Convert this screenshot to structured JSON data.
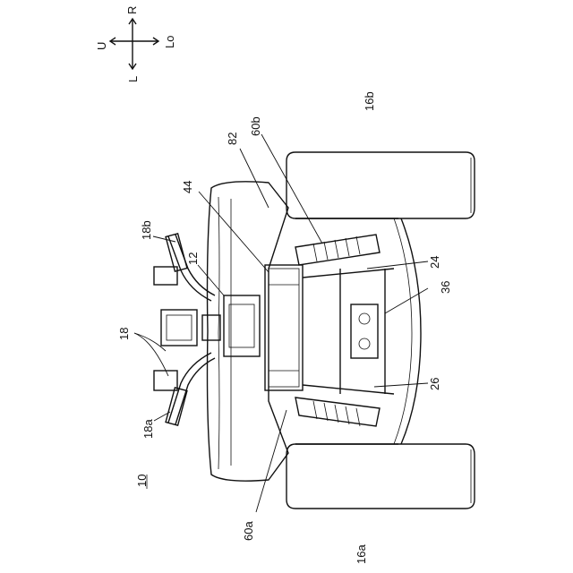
{
  "compass": {
    "top": "R",
    "left": "U",
    "right": "Lo",
    "bottom": "L"
  },
  "reference_labels": {
    "vehicle": "10",
    "handlebar": "18",
    "grip_left": "18a",
    "grip_right": "18b",
    "frame": "12",
    "battery": "44",
    "cover": "82",
    "shock_right": "60b",
    "shock_left": "60a",
    "wheel_right": "16b",
    "wheel_left": "16a",
    "bracket_upper": "24",
    "bracket_mid": "36",
    "bracket_lower": "26"
  }
}
